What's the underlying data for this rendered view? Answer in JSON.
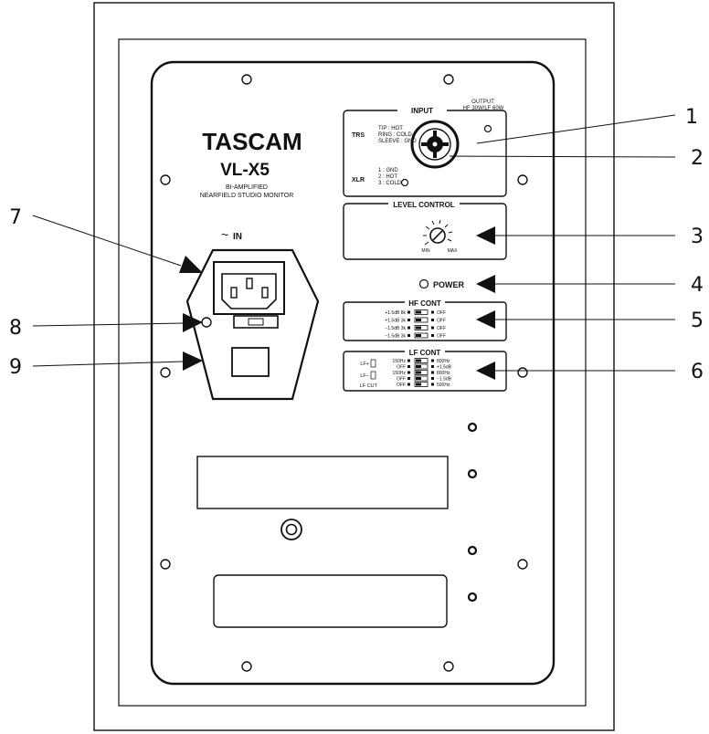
{
  "brand": "TASCAM",
  "model": "VL-X5",
  "subtitle": [
    "BI-AMPLIFIED",
    "NEARFIELD STUDIO MONITOR"
  ],
  "power_in_label": "IN",
  "input": {
    "title": "INPUT",
    "output_note": [
      "OUTPUT:",
      "HF 30W/LF 60W"
    ],
    "trs_label": "TRS",
    "trs_pins": [
      "TIP : HOT",
      "RING : COLD",
      "SLEEVE : GND"
    ],
    "xlr_label": "XLR",
    "xlr_pins": [
      "1 : GND",
      "2 : HOT",
      "3 : COLD"
    ]
  },
  "level_control": {
    "title": "LEVEL CONTROL",
    "min": "MIN",
    "max": "MAX"
  },
  "power_label": "POWER",
  "hf_cont": {
    "title": "HF CONT",
    "rows": [
      {
        "left": "+1.5dB 8k",
        "right": "OFF"
      },
      {
        "left": "+1.5dB 3k",
        "right": "OFF"
      },
      {
        "left": "−1.5dB 3k",
        "right": "OFF"
      },
      {
        "left": "−1.5dB 3k",
        "right": "OFF"
      }
    ]
  },
  "lf_cont": {
    "title": "LF CONT",
    "groups": [
      "LF+",
      "LF−",
      "LF CUT"
    ],
    "rows": [
      {
        "left": "150Hz",
        "right": "800Hz"
      },
      {
        "left": "OFF",
        "right": "+1.5dB"
      },
      {
        "left": "150Hz",
        "right": "800Hz"
      },
      {
        "left": "OFF",
        "right": "−1.5dB"
      },
      {
        "left": "OFF",
        "right": "500Hz"
      }
    ]
  },
  "callouts": [
    "1",
    "2",
    "3",
    "4",
    "5",
    "6",
    "7",
    "8",
    "9"
  ]
}
